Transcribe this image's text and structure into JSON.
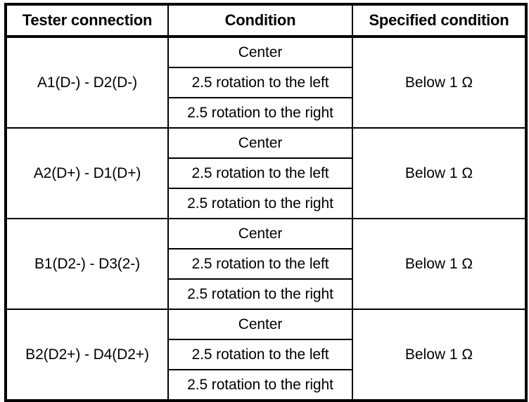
{
  "table": {
    "headers": [
      {
        "label": "Tester connection",
        "name": "header-tester-connection"
      },
      {
        "label": "Condition",
        "name": "header-condition"
      },
      {
        "label": "Specified condition",
        "name": "header-specified-condition"
      }
    ],
    "conditions": {
      "center": "Center",
      "left": "2.5 rotation to the left",
      "right": "2.5 rotation to the right"
    },
    "spec_value": "Below 1 Ω",
    "rows": [
      {
        "tester": "A1(D-) - D2(D-)",
        "conditions": [
          "Center",
          "2.5 rotation to the left",
          "2.5 rotation to the right"
        ],
        "specified": "Below 1 Ω"
      },
      {
        "tester": "A2(D+) - D1(D+)",
        "conditions": [
          "Center",
          "2.5 rotation to the left",
          "2.5 rotation to the right"
        ],
        "specified": "Below 1 Ω"
      },
      {
        "tester": "B1(D2-) - D3(2-)",
        "conditions": [
          "Center",
          "2.5 rotation to the left",
          "2.5 rotation to the right"
        ],
        "specified": "Below 1 Ω"
      },
      {
        "tester": "B2(D2+) - D4(D2+)",
        "conditions": [
          "Center",
          "2.5 rotation to the left",
          "2.5 rotation to the right"
        ],
        "specified": "Below 1 Ω"
      }
    ]
  },
  "colors": {
    "border": "#000000",
    "text": "#000000",
    "background": "#ffffff"
  }
}
